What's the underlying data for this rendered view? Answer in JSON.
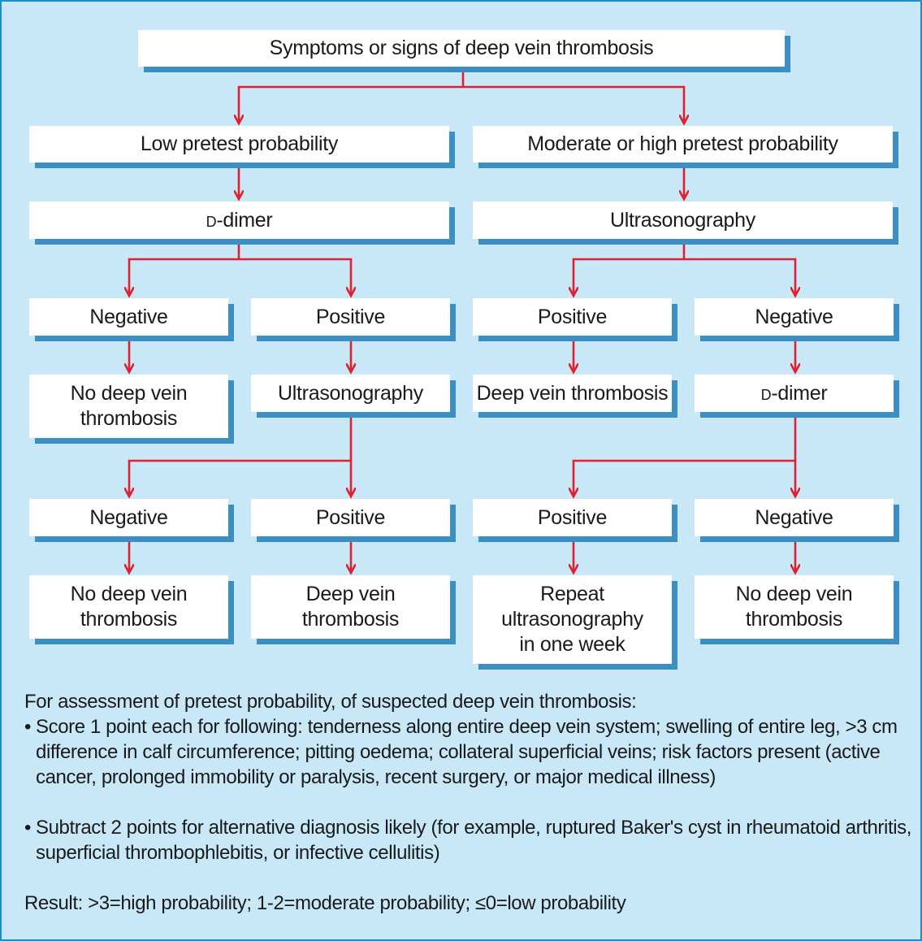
{
  "flowchart": {
    "start": "Symptoms or signs of deep vein thrombosis",
    "low_branch": {
      "label": "Low pretest probability",
      "test": {
        "prefix": "D",
        "rest": "-dimer"
      },
      "negative": {
        "label": "Negative",
        "outcome": "No deep vein\nthrombosis"
      },
      "positive": {
        "label": "Positive",
        "test": "Ultrasonography",
        "negative": {
          "label": "Negative",
          "outcome": "No deep vein\nthrombosis"
        },
        "positive": {
          "label": "Positive",
          "outcome": "Deep vein\nthrombosis"
        }
      }
    },
    "high_branch": {
      "label": "Moderate or high pretest probability",
      "test": "Ultrasonography",
      "positive": {
        "label": "Positive",
        "outcome": "Deep vein thrombosis"
      },
      "negative": {
        "label": "Negative",
        "test": {
          "prefix": "D",
          "rest": "-dimer"
        },
        "positive": {
          "label": "Positive",
          "outcome": "Repeat\nultrasonography\nin one week"
        },
        "negative": {
          "label": "Negative",
          "outcome": "No deep vein\nthrombosis"
        }
      }
    }
  },
  "notes": {
    "intro": "For assessment of pretest probability, of suspected deep vein thrombosis:",
    "bullet_symbol": "•",
    "bullets": [
      "Score 1 point each for following: tenderness along entire deep vein system; swelling of entire leg, >3 cm difference in calf circumference; pitting oedema; collateral superficial veins; risk factors present (active cancer, prolonged immobility or paralysis, recent surgery, or major medical illness)",
      "Subtract 2 points for alternative diagnosis likely (for example, ruptured Baker's cyst in rheumatoid arthritis, superficial thrombophlebitis, or infective cellulitis)"
    ],
    "result": "Result: >3=high probability; 1-2=moderate probability; ≤0=low probability"
  },
  "colors": {
    "background": "#c8e8f8",
    "border": "#1a8fd0",
    "box": "#ffffff",
    "box_shadow": "#3c8fc2",
    "arrow": "#e0202e"
  }
}
